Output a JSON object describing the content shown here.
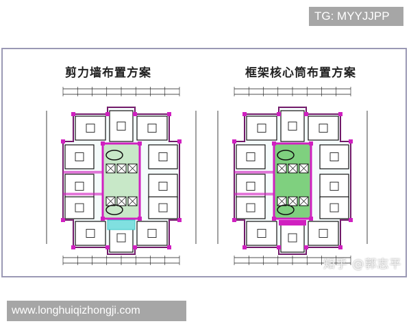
{
  "watermarks": {
    "top_right": "TG: MYYJJPP",
    "bottom_left": "www.longhuiqizhongji.com",
    "zhihu": "知乎 @郭志平"
  },
  "plans": [
    {
      "title": "剪力墙布置方案",
      "core_color": "#c8e8c8",
      "wall_color": "#d020c0"
    },
    {
      "title": "框架核心筒布置方案",
      "core_color": "#7fd07f",
      "wall_color": "#d020c0"
    }
  ],
  "colors": {
    "line": "#111111",
    "wall": "#d020c0",
    "cyan": "#40c8c8",
    "frame": "#9a98b4"
  }
}
